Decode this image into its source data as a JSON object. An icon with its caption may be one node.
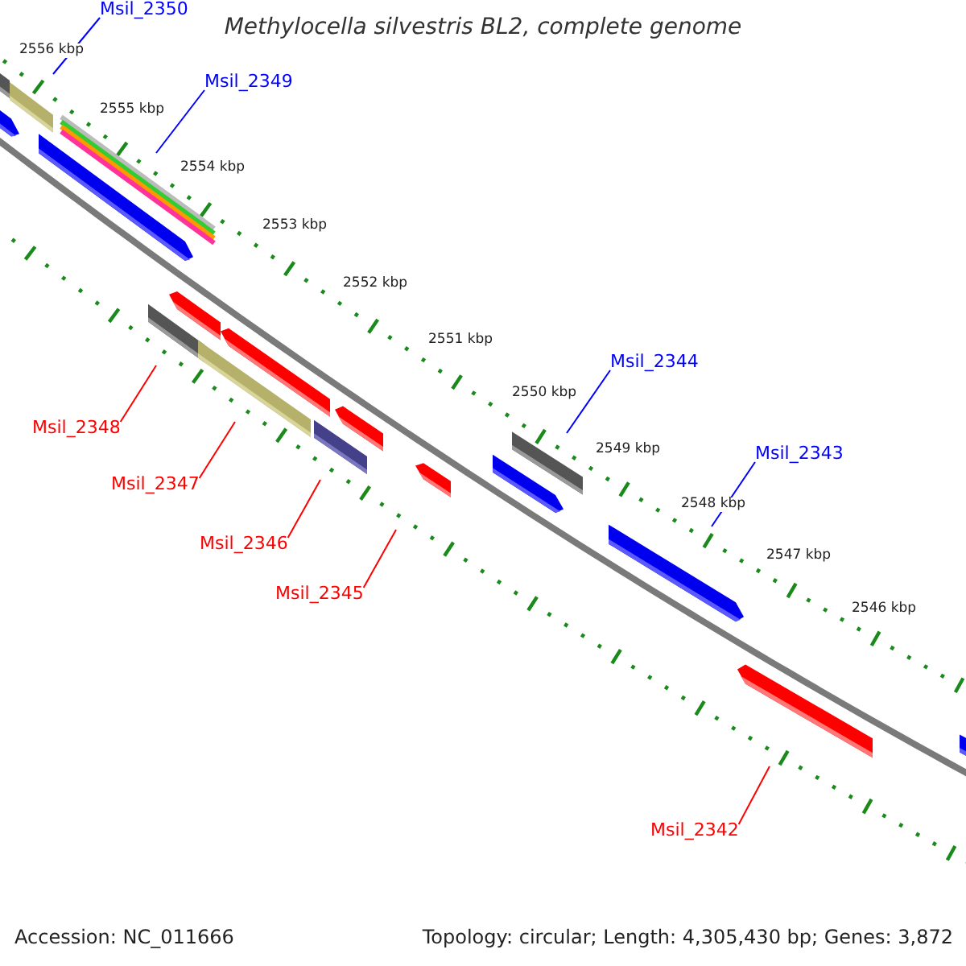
{
  "diagram": {
    "title": "Methylocella silvestris BL2, complete genome",
    "nodes": [
      {
        "text": [
          "Msil_2350"
        ]
      },
      {
        "text": [
          "Msil_2349"
        ]
      },
      {
        "text": [
          "Msil_2344"
        ]
      },
      {
        "text": [
          "Msil_2343"
        ]
      },
      {
        "text": [
          "Msil_2348"
        ]
      },
      {
        "text": [
          "Msil_2347"
        ]
      },
      {
        "text": [
          "Msil_2346"
        ]
      },
      {
        "text": [
          "Msil_2345"
        ]
      },
      {
        "text": [
          "Msil_2342"
        ]
      }
    ],
    "edges": [
      {
        "from": 0,
        "to": null,
        "arrow": "none",
        "color": "#0000ff"
      },
      {
        "from": 1,
        "to": null,
        "arrow": "none",
        "color": "#0000ff"
      },
      {
        "from": 2,
        "to": null,
        "arrow": "none",
        "color": "#0000ff"
      },
      {
        "from": 3,
        "to": null,
        "arrow": "none",
        "color": "#0000ff"
      },
      {
        "from": 4,
        "to": null,
        "arrow": "none"
      },
      {
        "from": 5,
        "to": null,
        "arrow": "none"
      },
      {
        "from": 6,
        "to": null,
        "arrow": "none"
      },
      {
        "from": 7,
        "to": null,
        "arrow": "none"
      },
      {
        "from": 8,
        "to": null,
        "arrow": "none"
      }
    ],
    "labels": [
      "2556 kbp",
      "2555 kbp",
      "2554 kbp",
      "2553 kbp",
      "2552 kbp",
      "2551 kbp",
      "2550 kbp",
      "2549 kbp",
      "2548 kbp",
      "2547 kbp",
      "2546 kbp",
      "Accession: NC_011666",
      "Topology: circular; Length: 4,305,430 bp; Genes: 3,872"
    ]
  }
}
